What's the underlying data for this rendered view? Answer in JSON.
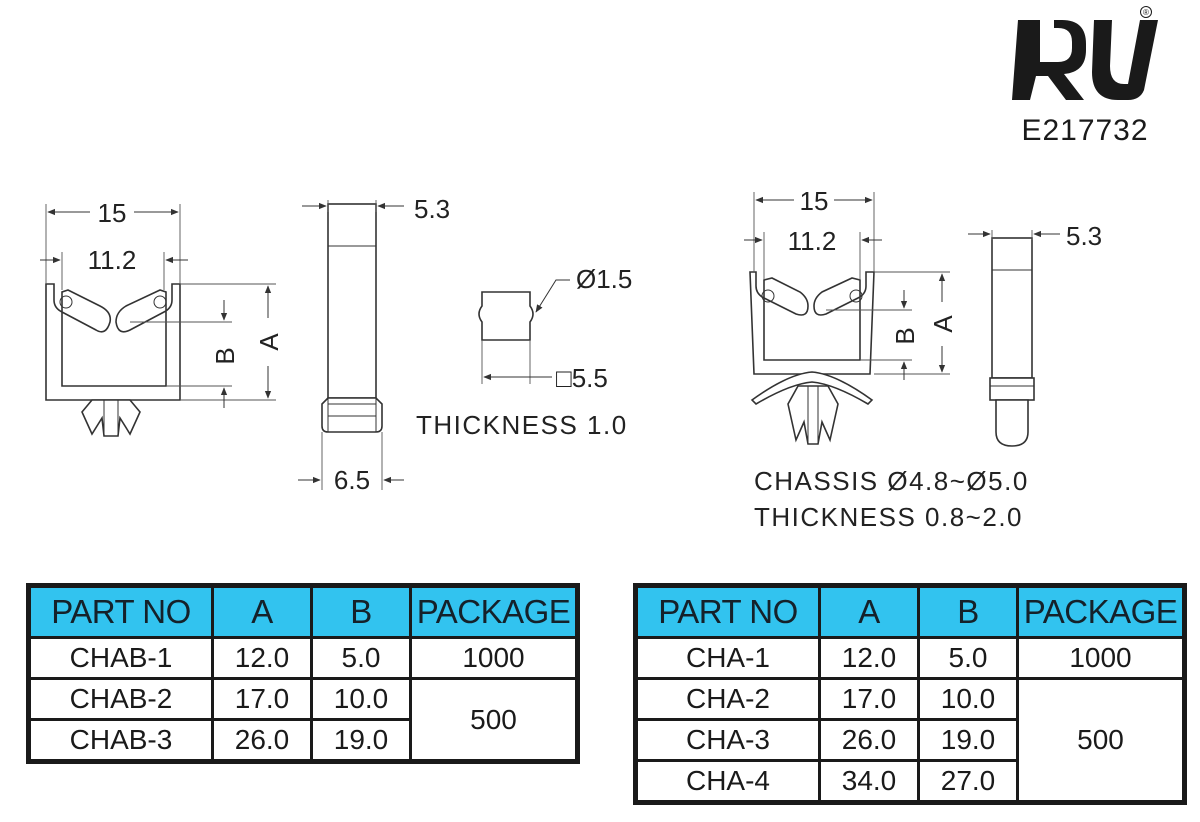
{
  "certification": {
    "logo": "ur-recognized-component-mark",
    "registered_symbol": "®",
    "file_number": "E217732"
  },
  "left_drawing": {
    "dims": {
      "width_outer": "15",
      "width_inner": "11.2",
      "dim_a": "A",
      "dim_b": "B",
      "side_top": "5.3",
      "side_bottom": "6.5",
      "hole": "Ø1.5",
      "square": "□5.5"
    },
    "note": "THICKNESS 1.0"
  },
  "right_drawing": {
    "dims": {
      "width_outer": "15",
      "width_inner": "11.2",
      "dim_a": "A",
      "dim_b": "B",
      "side_top": "5.3"
    },
    "note_line1": "CHASSIS Ø4.8~Ø5.0",
    "note_line2": "THICKNESS 0.8~2.0"
  },
  "tables": {
    "headers": [
      "PART NO",
      "A",
      "B",
      "PACKAGE"
    ],
    "chab": {
      "rows": [
        {
          "part": "CHAB-1",
          "a": "12.0",
          "b": "5.0"
        },
        {
          "part": "CHAB-2",
          "a": "17.0",
          "b": "10.0"
        },
        {
          "part": "CHAB-3",
          "a": "26.0",
          "b": "19.0"
        }
      ],
      "packages": [
        "1000",
        "500"
      ]
    },
    "cha": {
      "rows": [
        {
          "part": "CHA-1",
          "a": "12.0",
          "b": "5.0"
        },
        {
          "part": "CHA-2",
          "a": "17.0",
          "b": "10.0"
        },
        {
          "part": "CHA-3",
          "a": "26.0",
          "b": "19.0"
        },
        {
          "part": "CHA-4",
          "a": "34.0",
          "b": "27.0"
        }
      ],
      "packages": [
        "1000",
        "500"
      ]
    }
  },
  "colors": {
    "header_fill": "#32c3ef",
    "border": "#1a1a1a",
    "line": "#333333"
  }
}
